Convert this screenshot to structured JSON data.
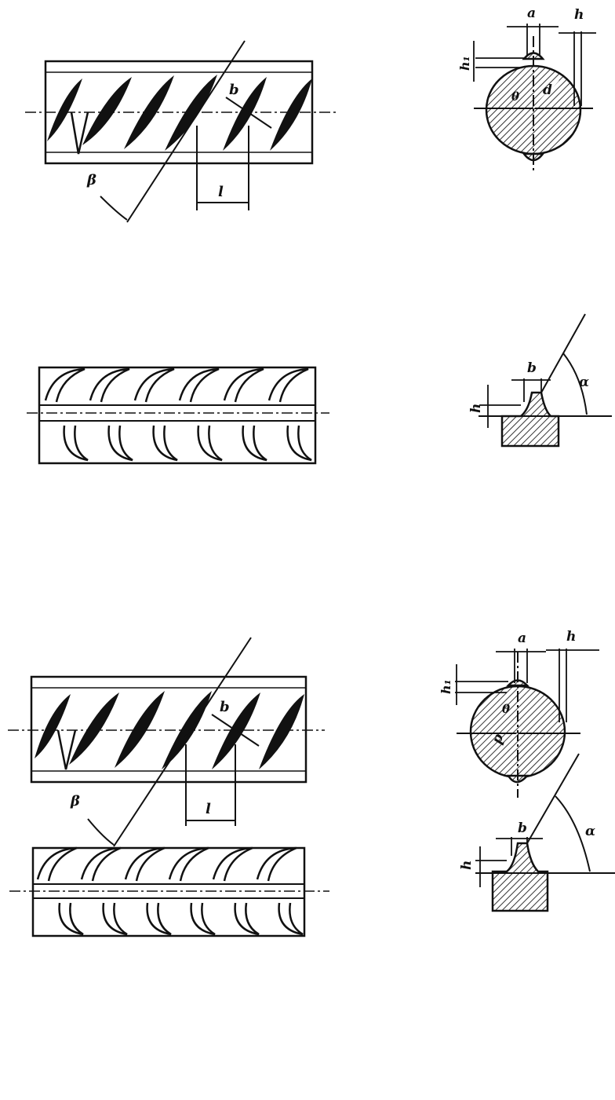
{
  "colors": {
    "ink": "#111111",
    "paper": "#ffffff",
    "hatch": "#333333"
  },
  "figures": [
    {
      "id": "fig1-side",
      "labels": {
        "beta": "β",
        "b": "b",
        "l": "l"
      }
    },
    {
      "id": "fig1-section",
      "labels": {
        "a": "a",
        "h": "h",
        "h1": "h₁",
        "theta": "θ",
        "d": "d"
      }
    },
    {
      "id": "fig2-side",
      "labels": {}
    },
    {
      "id": "fig2-rib",
      "labels": {
        "b": "b",
        "h": "h",
        "alpha": "α"
      }
    },
    {
      "id": "fig3-side",
      "labels": {
        "beta": "β",
        "b": "b",
        "l": "l"
      }
    },
    {
      "id": "fig3-section",
      "labels": {
        "a": "a",
        "h": "h",
        "h1": "h₁",
        "theta": "θ",
        "d": "d"
      }
    },
    {
      "id": "fig4-side",
      "labels": {}
    },
    {
      "id": "fig4-rib",
      "labels": {
        "b": "b",
        "h": "h",
        "alpha": "α"
      }
    }
  ]
}
